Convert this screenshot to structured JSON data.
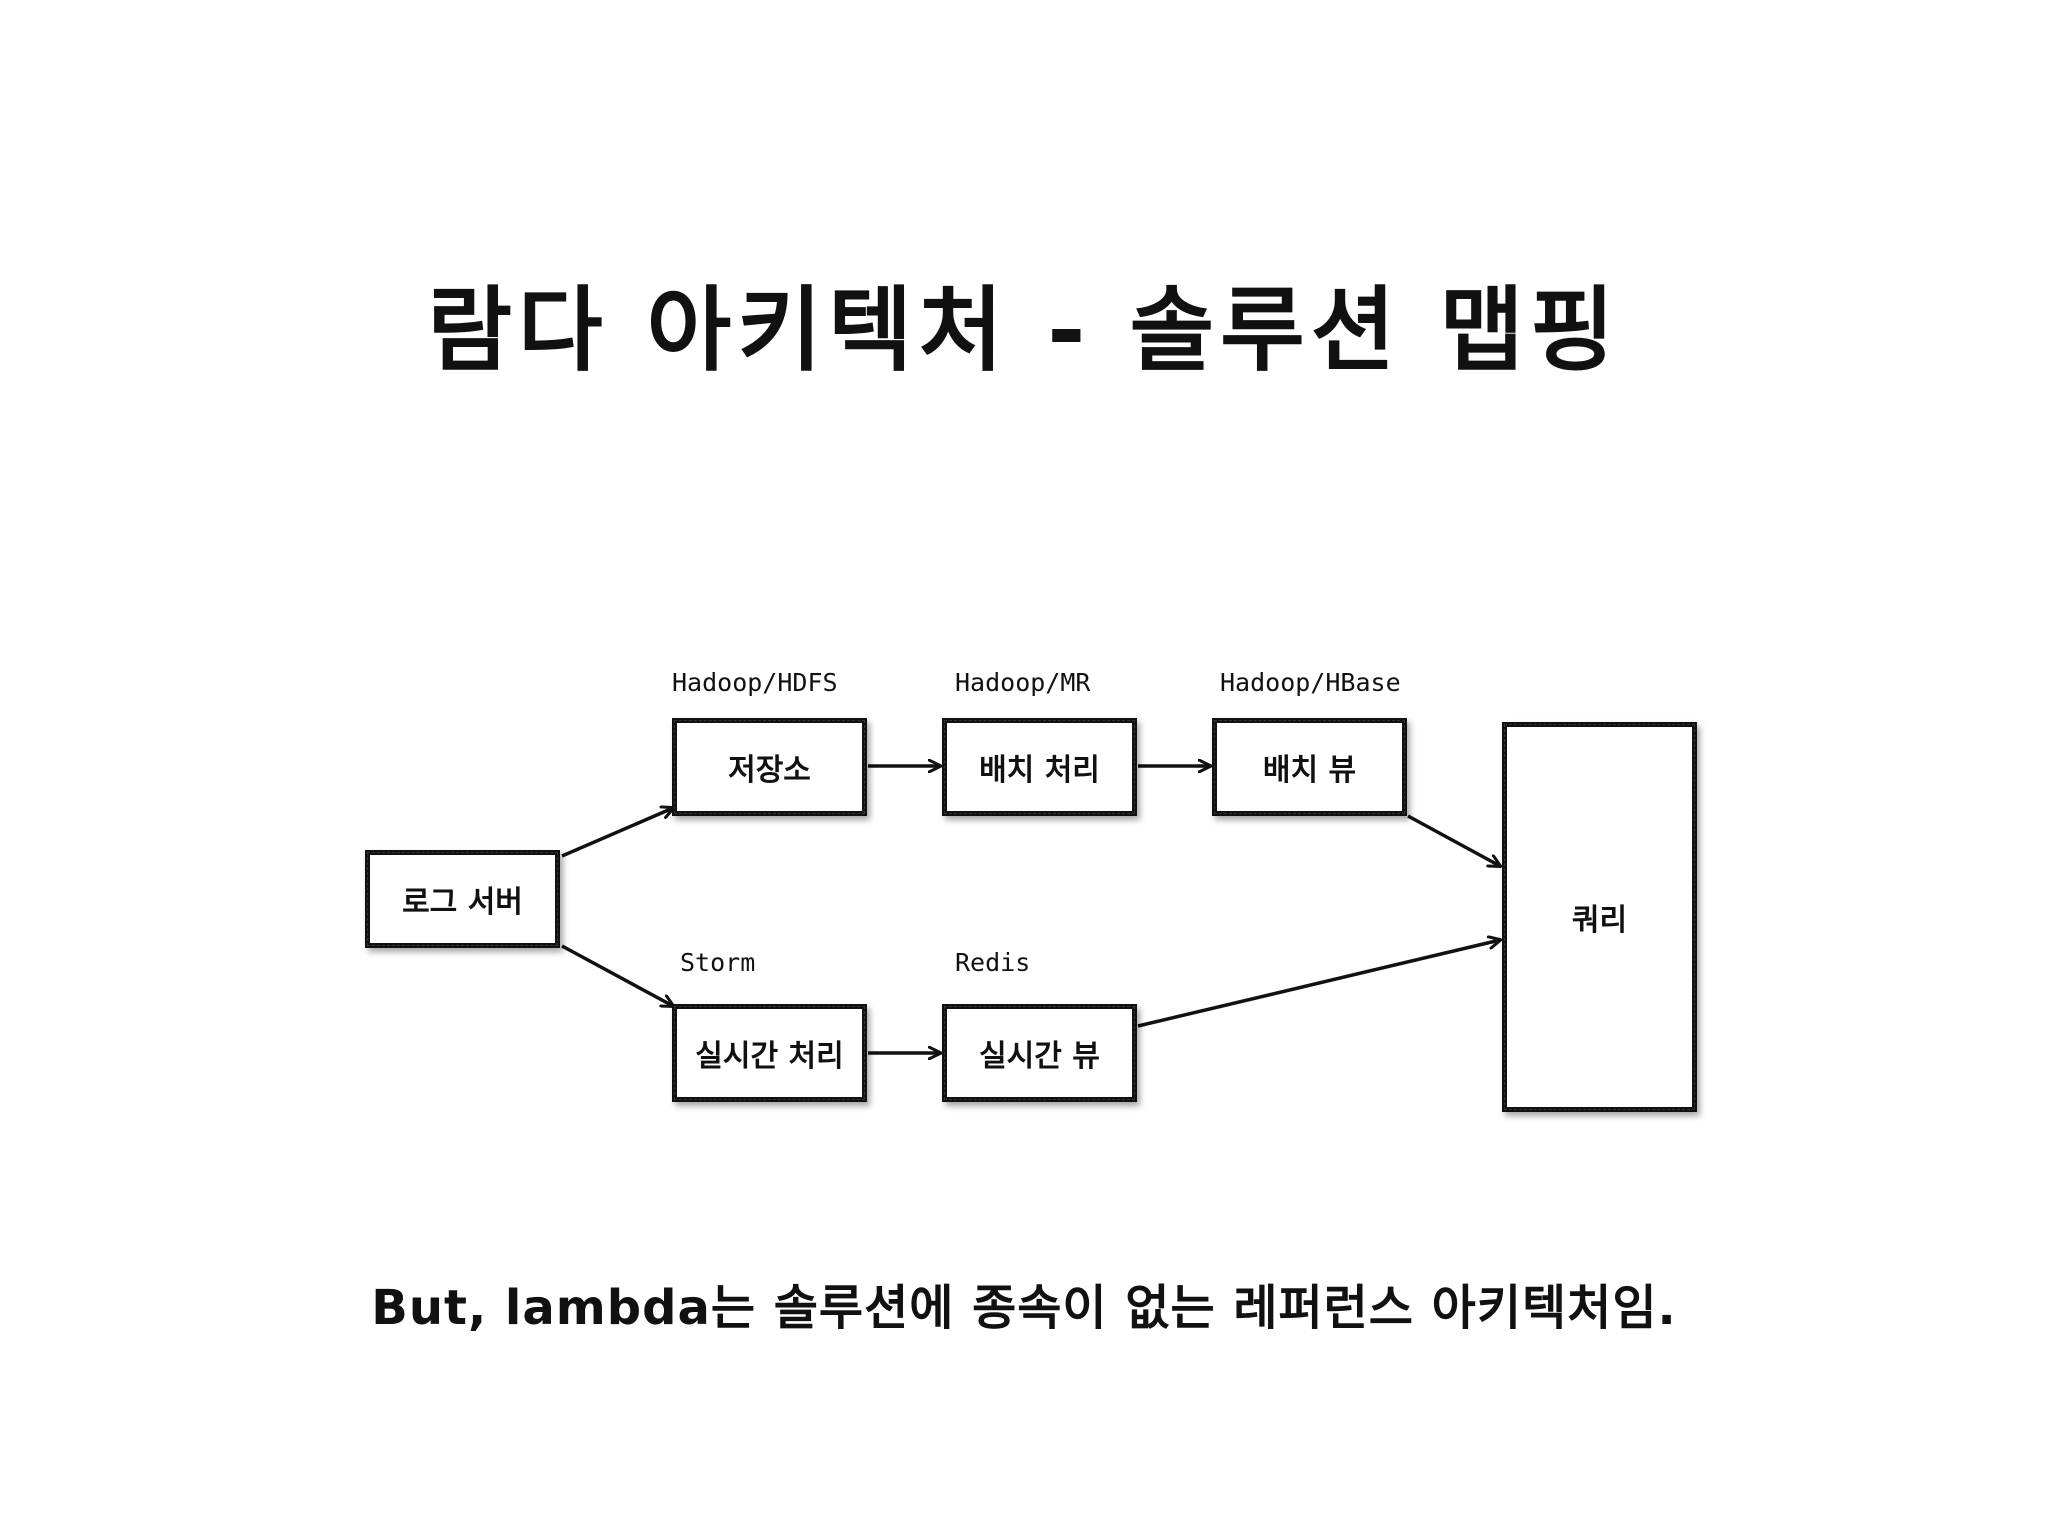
{
  "title": "람다 아키텍처 - 솔루션 맵핑",
  "nodes": {
    "log_server": "로그 서버",
    "storage": "저장소",
    "batch_processing": "배치 처리",
    "batch_view": "배치 뷰",
    "realtime_processing": "실시간 처리",
    "realtime_view": "실시간 뷰",
    "query": "쿼리"
  },
  "technologies": {
    "storage": "Hadoop/HDFS",
    "batch_processing": "Hadoop/MR",
    "batch_view": "Hadoop/HBase",
    "realtime_processing": "Storm",
    "realtime_view": "Redis"
  },
  "footer": "But, lambda는 솔루션에 종속이 없는 레퍼런스 아키텍처임."
}
